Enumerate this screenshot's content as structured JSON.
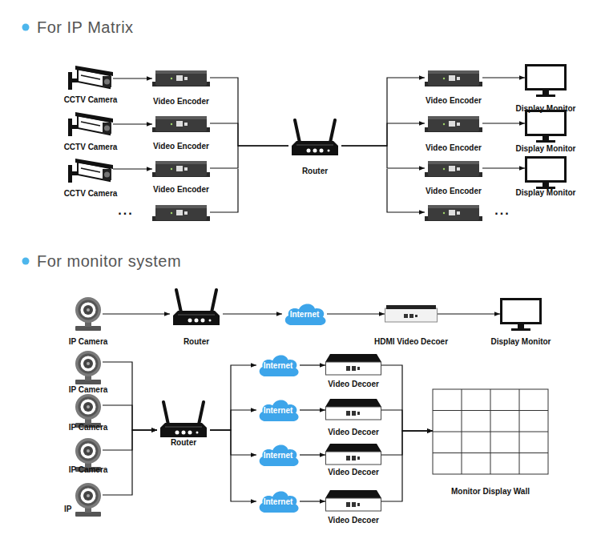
{
  "diagram": {
    "nodes": [
      {
        "text": [
          "CCTV Camera"
        ]
      },
      {
        "text": [
          "Video Encoder"
        ]
      },
      {
        "text": [
          "CCTV Camera"
        ]
      },
      {
        "text": [
          "Video Encoder"
        ]
      },
      {
        "text": [
          "CCTV Camera"
        ]
      },
      {
        "text": [
          "Video Encoder"
        ]
      },
      {
        "text": [
          "Router"
        ]
      },
      {
        "text": [
          "Video Encoder"
        ]
      },
      {
        "text": [
          "Display Monitor"
        ]
      },
      {
        "text": [
          "Video Encoder"
        ]
      },
      {
        "text": [
          "Display Monitor"
        ]
      },
      {
        "text": [
          "Video Encoder"
        ]
      },
      {
        "text": [
          "Display Monitor"
        ]
      },
      {
        "text": [
          "IP Camera"
        ]
      },
      {
        "text": [
          "Router"
        ]
      },
      {
        "text": [
          "Internet"
        ]
      },
      {
        "text": [
          "HDMI Video Decoer"
        ]
      },
      {
        "text": [
          "Display Monitor"
        ]
      },
      {
        "text": [
          "IP Camera"
        ]
      },
      {
        "text": [
          "IP Camera"
        ]
      },
      {
        "text": [
          "IP Camera"
        ]
      },
      {
        "text": [
          "IP"
        ]
      },
      {
        "text": [
          "Router"
        ]
      },
      {
        "text": [
          "Internet"
        ]
      },
      {
        "text": [
          "Video Decoer"
        ]
      },
      {
        "text": [
          "Internet"
        ]
      },
      {
        "text": [
          "Video Decoer"
        ]
      },
      {
        "text": [
          "Internet"
        ]
      },
      {
        "text": [
          "Video Decoer"
        ]
      },
      {
        "text": [
          "Internet"
        ]
      },
      {
        "text": [
          "Video Decoer"
        ]
      },
      {
        "text": [
          "Monitor Display Wall"
        ]
      }
    ],
    "edges": [
      {
        "from": 0,
        "to": 1,
        "arrow": "to"
      },
      {
        "from": 2,
        "to": 3,
        "arrow": "to"
      },
      {
        "from": 4,
        "to": 5,
        "arrow": "to"
      },
      {
        "from": 1,
        "to": 6,
        "arrow": "none"
      },
      {
        "from": 3,
        "to": 6,
        "arrow": "none"
      },
      {
        "from": 5,
        "to": 6,
        "arrow": "none"
      },
      {
        "from": 6,
        "to": 7,
        "arrow": "to"
      },
      {
        "from": 6,
        "to": 9,
        "arrow": "to"
      },
      {
        "from": 6,
        "to": 11,
        "arrow": "to"
      },
      {
        "from": 7,
        "to": 8,
        "arrow": "to"
      },
      {
        "from": 9,
        "to": 10,
        "arrow": "to"
      },
      {
        "from": 11,
        "to": 12,
        "arrow": "to"
      },
      {
        "from": 13,
        "to": 14,
        "arrow": "to"
      },
      {
        "from": 14,
        "to": 15,
        "arrow": "to"
      },
      {
        "from": 15,
        "to": 16,
        "arrow": "to"
      },
      {
        "from": 16,
        "to": 17,
        "arrow": "to"
      },
      {
        "from": 18,
        "to": 22,
        "arrow": "to"
      },
      {
        "from": 19,
        "to": 22,
        "arrow": "to"
      },
      {
        "from": 20,
        "to": 22,
        "arrow": "to"
      },
      {
        "from": 21,
        "to": 22,
        "arrow": "to"
      },
      {
        "from": 22,
        "to": 23,
        "arrow": "to"
      },
      {
        "from": 22,
        "to": 25,
        "arrow": "to"
      },
      {
        "from": 22,
        "to": 27,
        "arrow": "to"
      },
      {
        "from": 22,
        "to": 29,
        "arrow": "to"
      },
      {
        "from": 23,
        "to": 24,
        "arrow": "to"
      },
      {
        "from": 25,
        "to": 26,
        "arrow": "to"
      },
      {
        "from": 27,
        "to": 28,
        "arrow": "to"
      },
      {
        "from": 29,
        "to": 30,
        "arrow": "to"
      },
      {
        "from": 24,
        "to": 31,
        "arrow": "to"
      },
      {
        "from": 26,
        "to": 31,
        "arrow": "to"
      },
      {
        "from": 28,
        "to": 31,
        "arrow": "to"
      },
      {
        "from": 30,
        "to": 31,
        "arrow": "to"
      }
    ],
    "labels": [
      "For IP Matrix",
      "For monitor system",
      "...",
      "..."
    ]
  }
}
